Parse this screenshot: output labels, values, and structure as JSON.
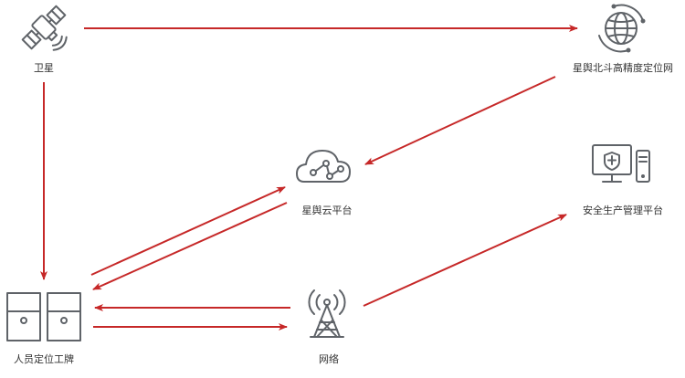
{
  "colors": {
    "arrow": "#c62828",
    "icon": "#5f6368",
    "text": "#333333"
  },
  "nodes": {
    "satellite": {
      "label": "卫星",
      "icon": "satellite-icon"
    },
    "beidou": {
      "label": "星舆北斗高精度定位网",
      "icon": "globe-network-icon"
    },
    "cloud": {
      "label": "星舆云平台",
      "icon": "cloud-network-icon"
    },
    "safety": {
      "label": "安全生产管理平台",
      "icon": "computer-shield-icon"
    },
    "badge": {
      "label": "人员定位工牌",
      "icon": "badge-device-icon"
    },
    "network": {
      "label": "网络",
      "icon": "signal-tower-icon"
    }
  },
  "edges": [
    {
      "from": "satellite",
      "to": "beidou"
    },
    {
      "from": "satellite",
      "to": "badge"
    },
    {
      "from": "beidou",
      "to": "cloud"
    },
    {
      "from": "badge",
      "to": "cloud"
    },
    {
      "from": "cloud",
      "to": "badge"
    },
    {
      "from": "network",
      "to": "badge"
    },
    {
      "from": "badge",
      "to": "network"
    },
    {
      "from": "network",
      "to": "safety"
    }
  ]
}
